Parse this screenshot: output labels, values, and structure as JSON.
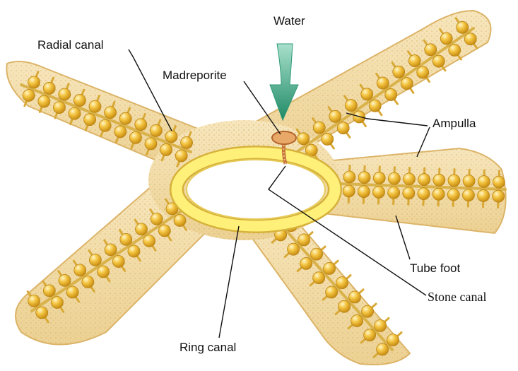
{
  "labels": {
    "water": "Water",
    "radial_canal": "Radial canal",
    "madreporite": "Madreporite",
    "ampulla": "Ampulla",
    "tube_foot": "Tube foot",
    "stone_canal": "Stone canal",
    "ring_canal": "Ring canal"
  },
  "colors": {
    "arm_fill": "#f3dca8",
    "arm_edge": "#dcb468",
    "ampulla": "#f2bd3a",
    "ampulla_dark": "#c98e14",
    "ring": "#fff07a",
    "arrow": "#2f9a78",
    "leader": "#111111"
  }
}
